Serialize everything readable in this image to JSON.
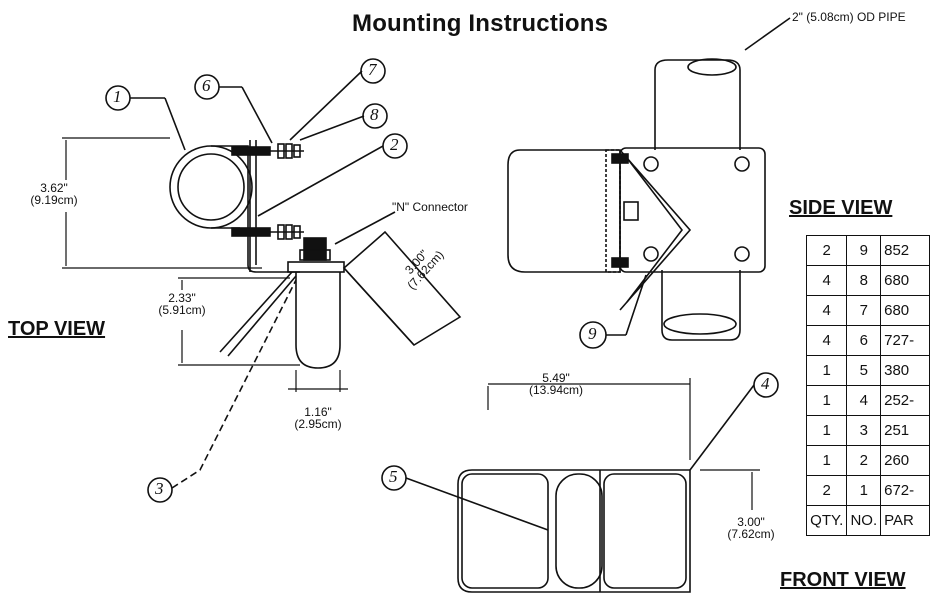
{
  "title": "Mounting Instructions",
  "views": {
    "top": "TOP VIEW",
    "side": "SIDE VIEW",
    "front": "FRONT VIEW"
  },
  "callouts": {
    "pipe": "2\" (5.08cm) OD PIPE",
    "connector": "\"N\" Connector"
  },
  "dimensions": {
    "top_height": [
      "3.62\"",
      "(9.19cm)"
    ],
    "top_depth": [
      "2.33\"",
      "(5.91cm)"
    ],
    "top_width": [
      "1.16\"",
      "(2.95cm)"
    ],
    "top_diag": [
      "3.00\"",
      "(7.62cm)"
    ],
    "front_width": [
      "5.49\"",
      "(13.94cm)"
    ],
    "front_height": [
      "3.00\"",
      "(7.62cm)"
    ]
  },
  "balloons": [
    "1",
    "2",
    "3",
    "4",
    "5",
    "6",
    "7",
    "8",
    "9"
  ],
  "parts_table": {
    "headers": [
      "QTY.",
      "NO.",
      "PAR"
    ],
    "rows": [
      [
        "2",
        "9",
        "852"
      ],
      [
        "4",
        "8",
        "680"
      ],
      [
        "4",
        "7",
        "680"
      ],
      [
        "4",
        "6",
        "727-"
      ],
      [
        "1",
        "5",
        "380"
      ],
      [
        "1",
        "4",
        "252-"
      ],
      [
        "1",
        "3",
        "251"
      ],
      [
        "1",
        "2",
        "260"
      ],
      [
        "2",
        "1",
        "672-"
      ]
    ]
  }
}
